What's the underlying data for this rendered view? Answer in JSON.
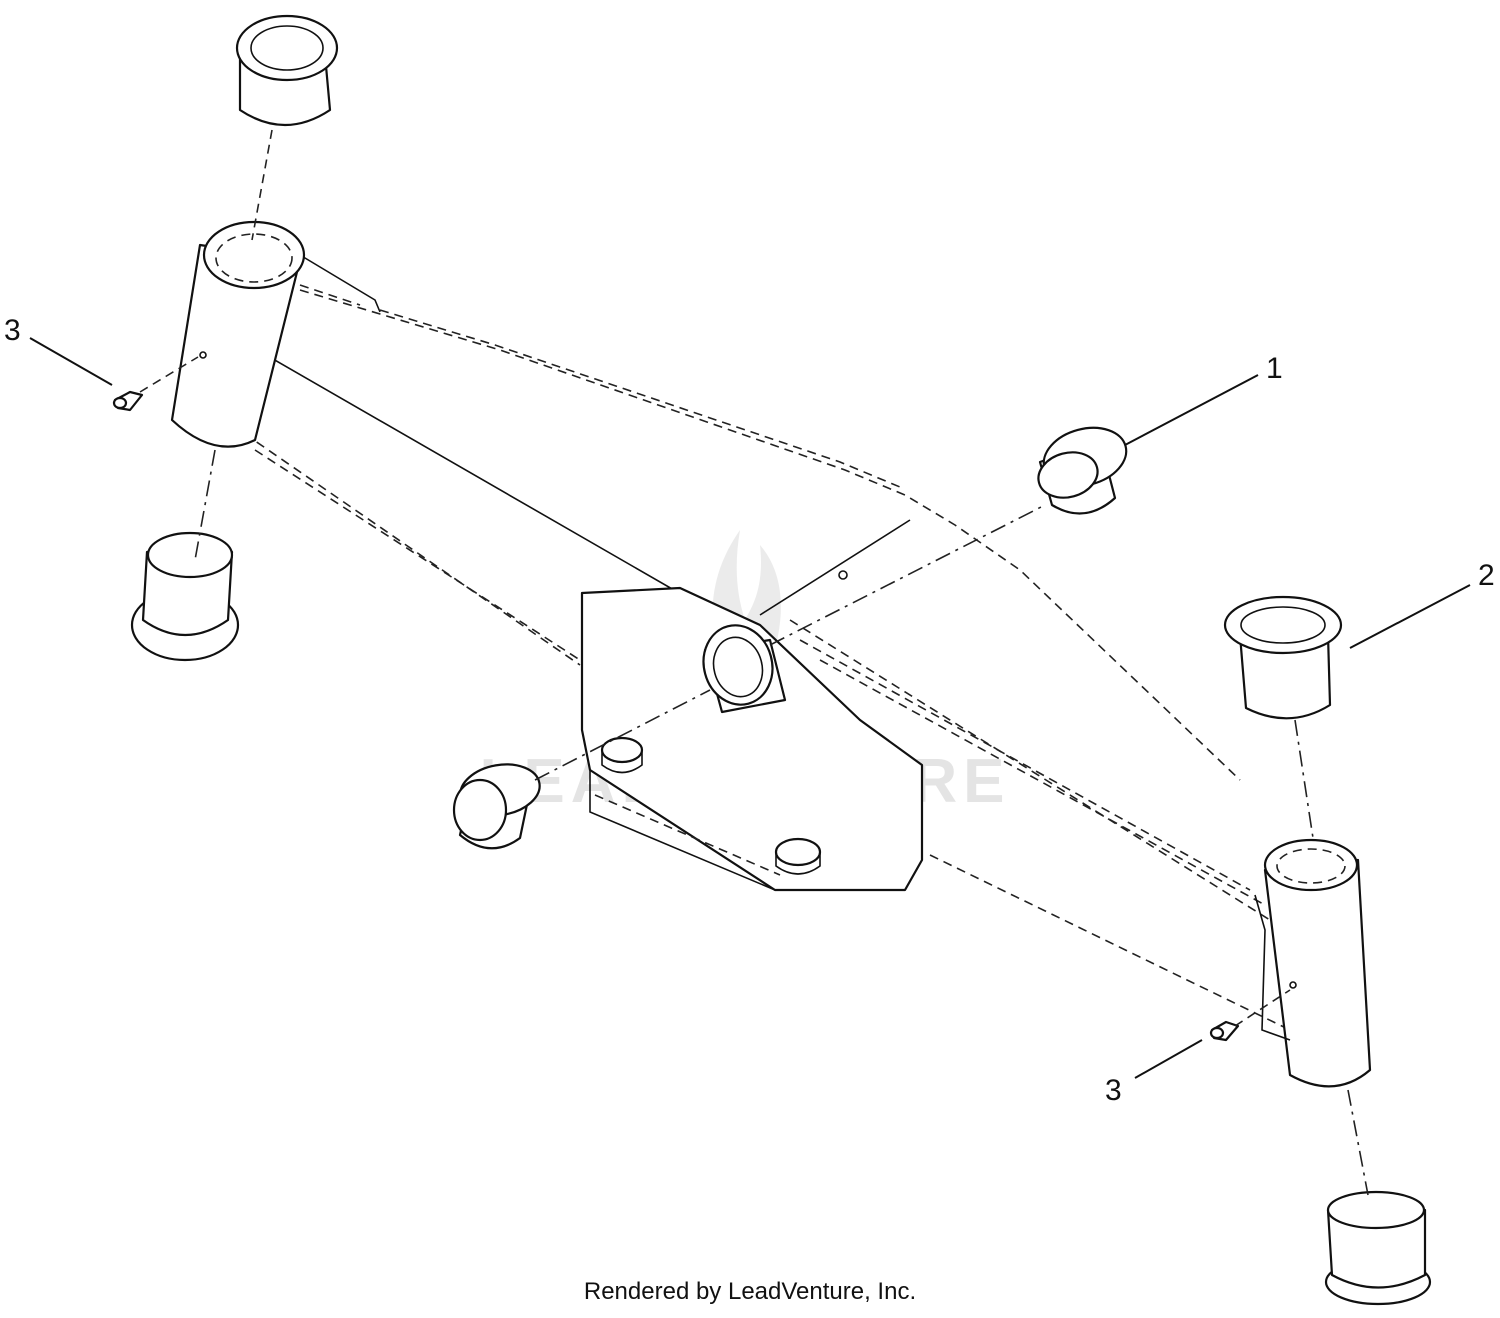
{
  "callouts": {
    "item_1": "1",
    "item_2": "2",
    "item_3_left": "3",
    "item_3_right": "3"
  },
  "watermark": "LEADVENTURE",
  "credit": "Rendered by LeadVenture, Inc.",
  "colors": {
    "line": "#111111",
    "background": "#ffffff",
    "watermark": "#cfcfcf"
  }
}
